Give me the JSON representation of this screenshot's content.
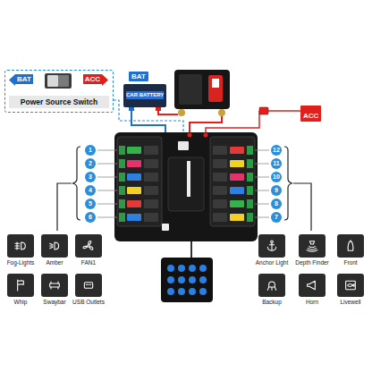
{
  "diagram": {
    "nodes": [
      {
        "text": [
          "BAT",
          "ACC",
          "Power Source Switch"
        ]
      },
      {
        "text": [
          "BAT",
          "CAR BATTERY"
        ]
      },
      {
        "text": [
          "ACC"
        ]
      },
      {
        "text": [
          "1"
        ]
      },
      {
        "text": [
          "2"
        ]
      },
      {
        "text": [
          "3"
        ]
      },
      {
        "text": [
          "4"
        ]
      },
      {
        "text": [
          "5"
        ]
      },
      {
        "text": [
          "6"
        ]
      },
      {
        "text": [
          "12"
        ]
      },
      {
        "text": [
          "11"
        ]
      },
      {
        "text": [
          "10"
        ]
      },
      {
        "text": [
          "9"
        ]
      },
      {
        "text": [
          "8"
        ]
      },
      {
        "text": [
          "7"
        ]
      },
      {
        "text": [
          "Fog-Lights"
        ]
      },
      {
        "text": [
          "Amber"
        ]
      },
      {
        "text": [
          "FAN1"
        ]
      },
      {
        "text": [
          "Whip"
        ]
      },
      {
        "text": [
          "Swaybar"
        ]
      },
      {
        "text": [
          "USB Outlets"
        ]
      },
      {
        "text": [
          "Anchor Light"
        ]
      },
      {
        "text": [
          "Depth Finder"
        ]
      },
      {
        "text": [
          "Front"
        ]
      },
      {
        "text": [
          "Backup"
        ]
      },
      {
        "text": [
          "Horn"
        ]
      },
      {
        "text": [
          "Livewell"
        ]
      }
    ]
  }
}
